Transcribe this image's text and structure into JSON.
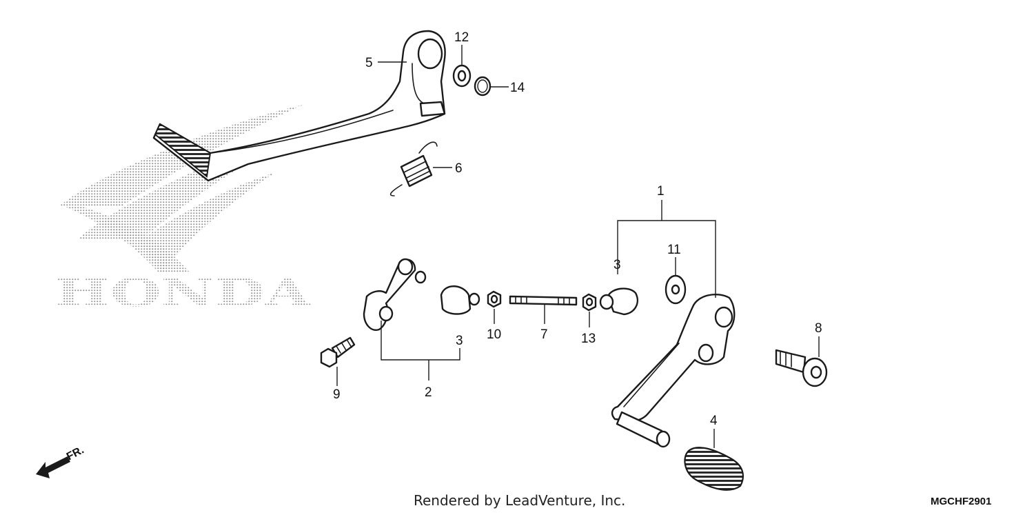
{
  "labels": {
    "l1": "1",
    "l2": "2",
    "l3a": "3",
    "l3b": "3",
    "l4": "4",
    "l5": "5",
    "l6": "6",
    "l7": "7",
    "l8": "8",
    "l9": "9",
    "l10": "10",
    "l11": "11",
    "l12": "12",
    "l13": "13",
    "l14": "14"
  },
  "watermark": "HONDA",
  "direction": "FR.",
  "credit": "Rendered by LeadVenture, Inc.",
  "diagram_code": "MGCHF2901",
  "icons": {
    "logo": "honda-wing-logo-icon",
    "direction": "front-arrow-icon"
  }
}
